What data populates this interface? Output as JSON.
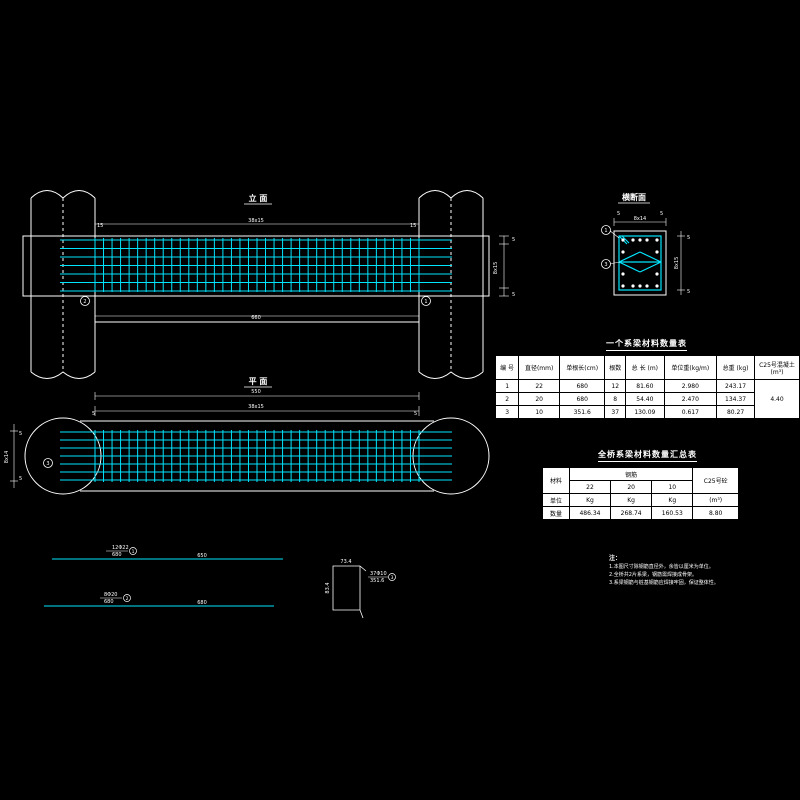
{
  "views": {
    "elevation_title": "立 面",
    "plan_title": "平 面",
    "section_title": "横断面"
  },
  "dims": {
    "elev_left": "15",
    "elev_top": "38x15",
    "elev_right": "15",
    "elev_bottom": "660",
    "elev_r_top": "5",
    "elev_r_mid": "8x15",
    "elev_r_bot": "5",
    "plan_top": "550",
    "plan_mid": "38x15",
    "plan_left": "5",
    "plan_right": "5",
    "plan_l_top": "5",
    "plan_l_mid": "8x14",
    "plan_l_bot": "5",
    "sec_top_a": "5",
    "sec_top_b": "5",
    "sec_top": "8x14",
    "sec_r_top": "5",
    "sec_r_mid": "8x15",
    "sec_r_bot": "5"
  },
  "markers": [
    "1",
    "2",
    "3"
  ],
  "material_table": {
    "title": "一个系梁材料数量表",
    "headers": [
      "编 号",
      "直径(mm)",
      "单根长(cm)",
      "根数",
      "总 长 (m)",
      "单位重(kg/m)",
      "总重 (kg)",
      "C25号混凝土(m³)"
    ],
    "rows": [
      [
        "1",
        "22",
        "680",
        "12",
        "81.60",
        "2.980",
        "243.17"
      ],
      [
        "2",
        "20",
        "680",
        "8",
        "54.40",
        "2.470",
        "134.37"
      ],
      [
        "3",
        "10",
        "351.6",
        "37",
        "130.09",
        "0.617",
        "80.27"
      ]
    ],
    "concrete": "4.40"
  },
  "summary_table": {
    "title": "全桥系梁材料数量汇总表",
    "material_label": "材料",
    "rebar_label": "钢筋",
    "concrete_label": "C25号砼",
    "diameters": [
      "22",
      "20",
      "10"
    ],
    "unit_label": "单位",
    "units": [
      "Kg",
      "Kg",
      "Kg",
      "(m³)"
    ],
    "qty_label": "数量",
    "values": [
      "486.34",
      "268.74",
      "160.53",
      "8.80"
    ]
  },
  "bars": {
    "bar1_label": "12Φ22",
    "bar1_len_a": "680",
    "bar1_len_b": "650",
    "bar2_label": "8Φ20",
    "bar2_len_a": "680",
    "bar2_len_b": "680",
    "stirrup_w": "73.4",
    "stirrup_h": "83.4",
    "stirrup_label_a": "37Φ10",
    "stirrup_label_b": "351.6"
  },
  "notes": {
    "title": "注：",
    "lines": [
      "1.本图尺寸除钢筋直径外，余皆以厘米为单位。",
      "2.全桥共2片系梁，钢筋需焊接成骨架。",
      "3.系梁钢筋与桩基钢筋应焊接牢固，保证整体性。"
    ]
  },
  "colors": {
    "line": "#ffffff",
    "rebar": "#00e5ff"
  }
}
